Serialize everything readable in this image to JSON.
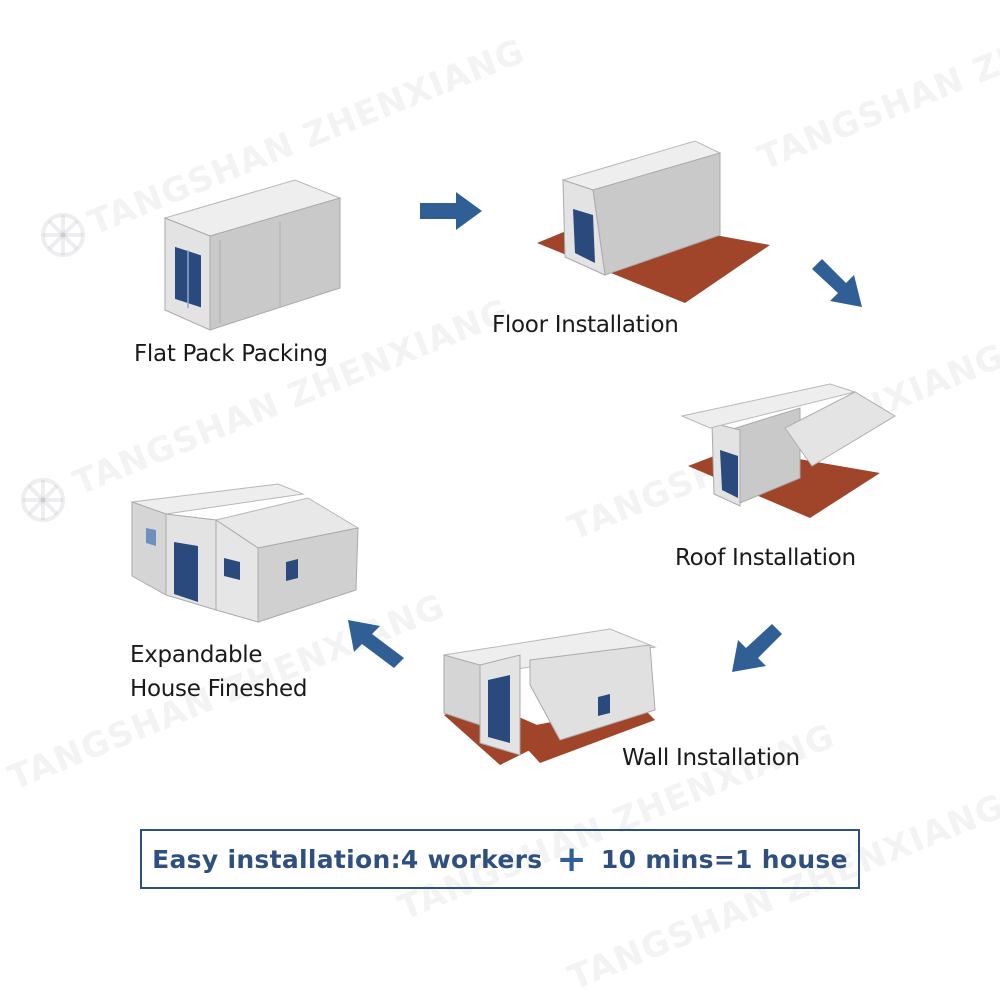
{
  "watermark": {
    "text": "TANGSHAN ZHENXIANG"
  },
  "steps": [
    {
      "label": "Flat Pack Packing"
    },
    {
      "label": "Floor Installation"
    },
    {
      "label": "Roof Installation"
    },
    {
      "label": "Wall Installation"
    },
    {
      "label_line1": "Expandable",
      "label_line2": "House Fineshed"
    }
  ],
  "banner": {
    "part1": "Easy installation:4 workers",
    "plus": "+",
    "part2": "10 mins=1 house"
  },
  "colors": {
    "arrow": "#2f5f95",
    "floor": "#a0442a",
    "wall": "#dcdcdc",
    "door": "#2a4a7e",
    "banner_border": "#2f4f7e"
  }
}
